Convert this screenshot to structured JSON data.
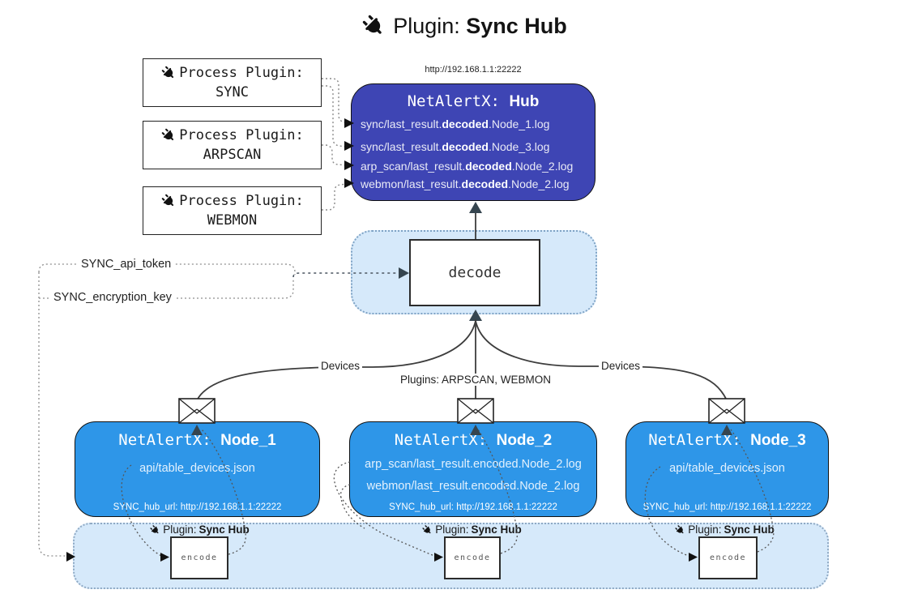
{
  "colors": {
    "hub_fill": "#3e45b4",
    "node_fill": "#2e96e8",
    "panel_fill": "#d6e9fa",
    "panel_border": "#7fa3c5",
    "box_border": "#111111",
    "text_on_blue": "#e9eaf6",
    "arrow_dark": "#36454f",
    "dotted_line": "#8a8a8a"
  },
  "icons": {
    "plug": "plug-icon",
    "envelope": "envelope-icon"
  },
  "title": {
    "prefix": "Plugin:",
    "bold": "Sync Hub"
  },
  "process_plugins": [
    {
      "label": "Process Plugin:",
      "name": "SYNC"
    },
    {
      "label": "Process Plugin:",
      "name": "ARPSCAN"
    },
    {
      "label": "Process Plugin:",
      "name": "WEBMON"
    }
  ],
  "hub": {
    "url": "http://192.168.1.1:22222",
    "title_prefix": "NetAlertX:",
    "title_bold": "Hub",
    "lines": [
      {
        "pre": "sync/last_result.",
        "bold": "decoded",
        "post": ".Node_1.log"
      },
      {
        "pre": "sync/last_result.",
        "bold": "decoded",
        "post": ".Node_3.log"
      },
      {
        "pre": "arp_scan/last_result.",
        "bold": "decoded",
        "post": ".Node_2.log"
      },
      {
        "pre": "webmon/last_result.",
        "bold": "decoded",
        "post": ".Node_2.log"
      }
    ]
  },
  "decode_box": {
    "label": "decode"
  },
  "settings": {
    "api_token": "SYNC_api_token",
    "encryption_key": "SYNC_encryption_key"
  },
  "edge_labels": {
    "devices_left": "Devices",
    "plugins_center": "Plugins: ARPSCAN, WEBMON",
    "devices_right": "Devices"
  },
  "nodes": [
    {
      "title_prefix": "NetAlertX:",
      "title_bold": "Node_1",
      "lines": [
        "api/table_devices.json"
      ],
      "footer": "SYNC_hub_url: http://192.168.1.1:22222"
    },
    {
      "title_prefix": "NetAlertX:",
      "title_bold": "Node_2",
      "lines": [
        "arp_scan/last_result.encoded.Node_2.log",
        "webmon/last_result.encoded.Node_2.log"
      ],
      "footer": "SYNC_hub_url: http://192.168.1.1:22222"
    },
    {
      "title_prefix": "NetAlertX:",
      "title_bold": "Node_3",
      "lines": [
        "api/table_devices.json"
      ],
      "footer": "SYNC_hub_url: http://192.168.1.1:22222"
    }
  ],
  "encode_sections": [
    {
      "plugin_prefix": "Plugin:",
      "plugin_bold": "Sync Hub",
      "box_label": "encode"
    },
    {
      "plugin_prefix": "Plugin:",
      "plugin_bold": "Sync Hub",
      "box_label": "encode"
    },
    {
      "plugin_prefix": "Plugin:",
      "plugin_bold": "Sync Hub",
      "box_label": "encode"
    }
  ]
}
